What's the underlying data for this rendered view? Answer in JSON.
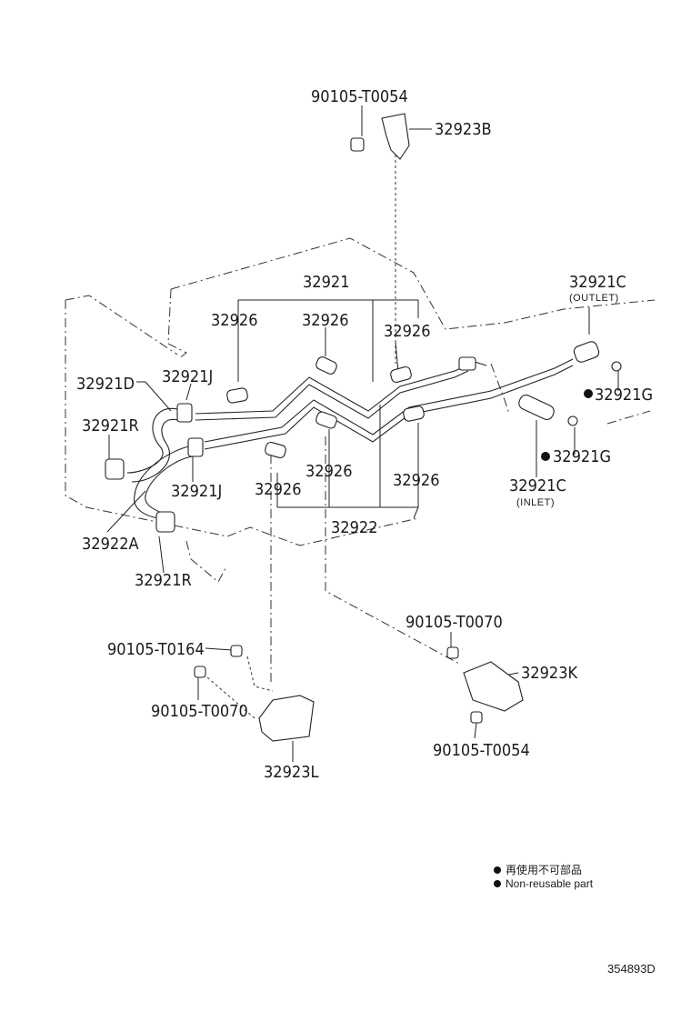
{
  "labels": {
    "p90105_T0054_top": "90105-T0054",
    "p32923B": "32923B",
    "p32921": "32921",
    "p32921C_outlet": "32921C",
    "outlet": "(OUTLET)",
    "p32926_a": "32926",
    "p32926_b": "32926",
    "p32926_c": "32926",
    "p32921D": "32921D",
    "p32921J_top": "32921J",
    "p32921G_top": "32921G",
    "p32921R_top": "32921R",
    "p32921G_bot": "32921G",
    "p32926_d": "32926",
    "p32921J_bot": "32921J",
    "p32926_e": "32926",
    "p32926_f": "32926",
    "p32921C_inlet": "32921C",
    "inlet": "(INLET)",
    "p32922": "32922",
    "p32922A": "32922A",
    "p32921R_bot": "32921R",
    "p90105_T0070_r": "90105-T0070",
    "p90105_T0164": "90105-T0164",
    "p32923K": "32923K",
    "p90105_T0070_l": "90105-T0070",
    "p90105_T0054_bot": "90105-T0054",
    "p32923L": "32923L"
  },
  "legend": {
    "line_jp": "再使用不可部品",
    "line_en": "Non-reusable part"
  },
  "ref_code": "354893D"
}
